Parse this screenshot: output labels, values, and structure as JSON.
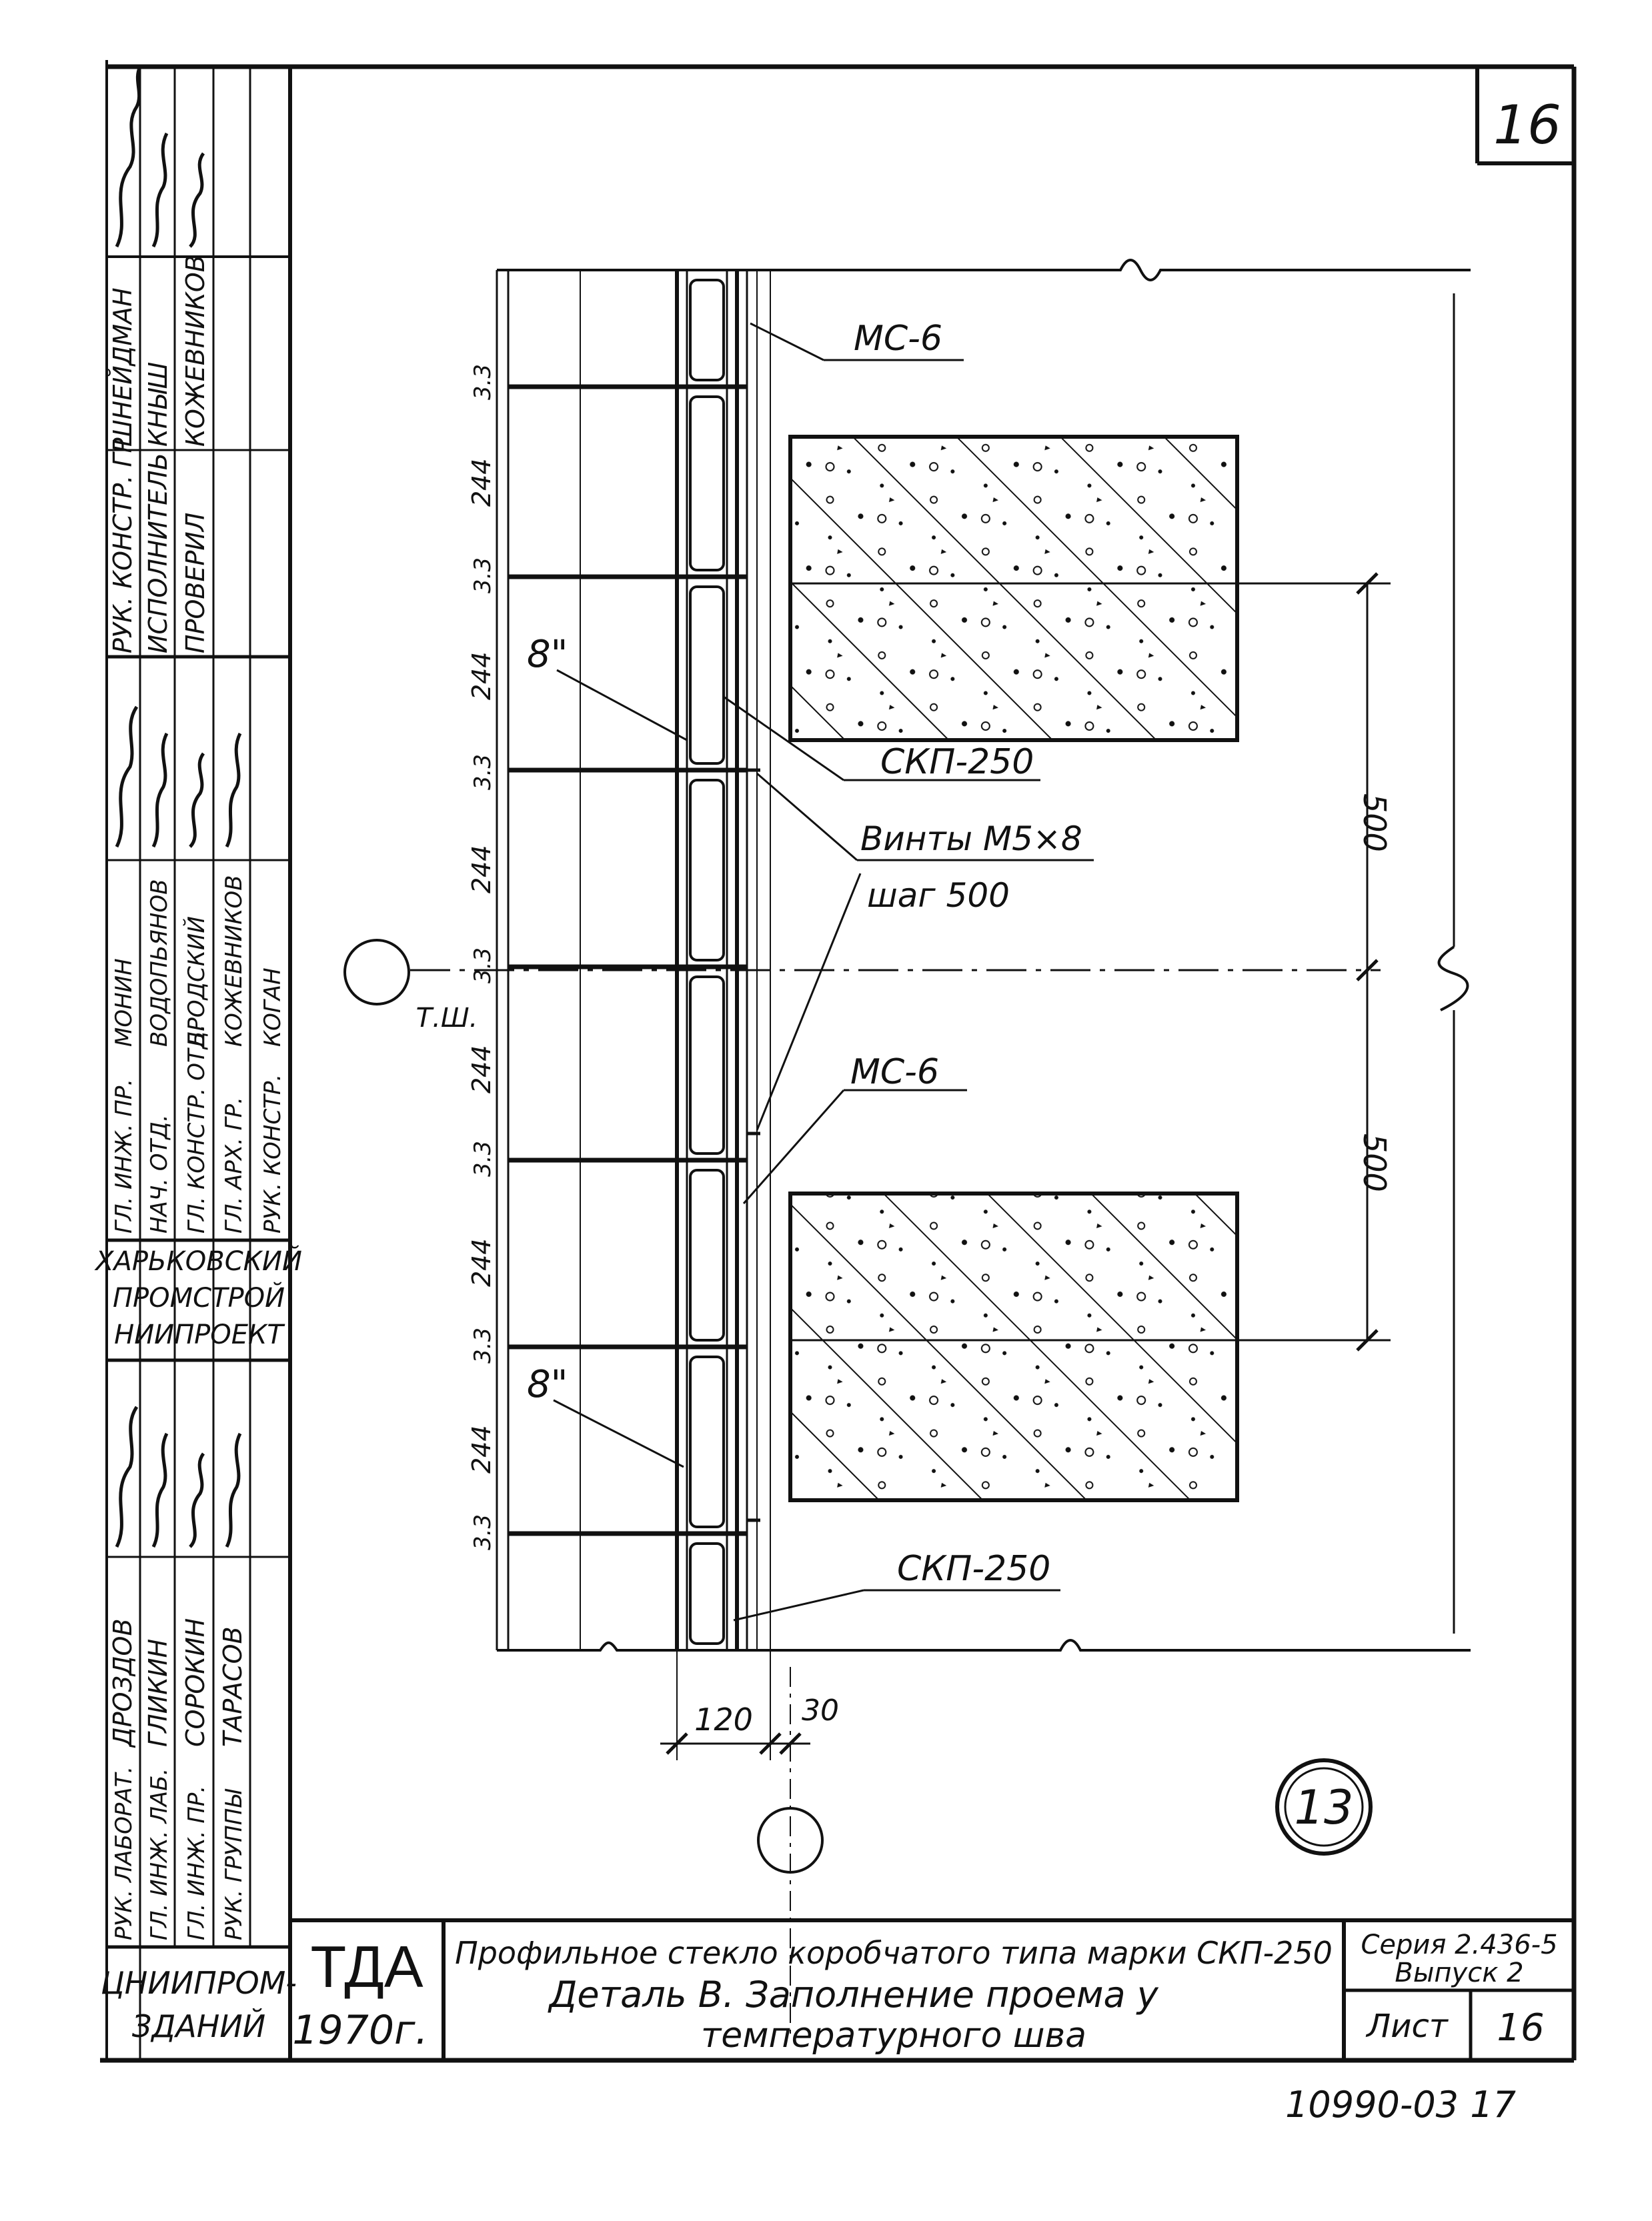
{
  "sheet_number": "16",
  "drawing": {
    "labels": {
      "mc6_top": "МС-6",
      "mc6_bottom": "МС-6",
      "skp_top": "СКП-250",
      "skp_bottom": "СКП-250",
      "screws_line1": "Винты М5×8",
      "screws_line2": "шаг 500",
      "note_top": "8\"",
      "note_bottom": "8\"",
      "axis_label": "Т.Ш.",
      "detail_number": "13"
    },
    "vertical_dims": [
      "3.3",
      "244",
      "3.3",
      "244",
      "3.3",
      "244",
      "3.3",
      "244",
      "3.3",
      "244",
      "3.3",
      "244",
      "3.3"
    ],
    "dim_500_upper": "500",
    "dim_500_lower": "500",
    "dim_120": "120",
    "dim_30": "30"
  },
  "side_stamp": {
    "org_top": [
      "ХАРЬКОВСКИЙ",
      "ПРОМСТРОЙ",
      "НИИПРОЕКТ"
    ],
    "top_roles": [
      "РУК. КОНСТР. ГР.",
      "ИСПОЛНИТЕЛЬ",
      "ПРОВЕРИЛ"
    ],
    "top_names": [
      "ШНЕЙДМАН",
      "КНЫШ",
      "КОЖЕВНИКОВ"
    ],
    "mid_roles": [
      "ГЛ. ИНЖ. ПР.",
      "НАЧ. ОТД.",
      "ГЛ. КОНСТР. ОТД.",
      "ГЛ. АРХ. ГР.",
      "РУК. КОНСТР."
    ],
    "mid_names": [
      "МОНИН",
      "ВОДОПЬЯНОВ",
      "БРОДСКИЙ",
      "КОЖЕВНИКОВ",
      "КОГАН"
    ],
    "bottom_roles": [
      "РУК. ЛАБОРАТ.",
      "ГЛ. ИНЖ. ЛАБ.",
      "ГЛ. ИНЖ. ПР.",
      "РУК. ГРУППЫ"
    ],
    "bottom_names": [
      "ДРОЗДОВ",
      "ГЛИКИН",
      "СОРОКИН",
      "ТАРАСОВ"
    ],
    "org_bottom": [
      "ЦНИИПРОМ-",
      "ЗДАНИЙ"
    ]
  },
  "title_block": {
    "tda": "ТДА",
    "year": "1970г.",
    "title_line1": "Профильное стекло коробчатого типа марки СКП-250",
    "title_line2": "Деталь В. Заполнение проема у",
    "title_line3": "температурного шва",
    "series_line1": "Серия 2.436-5",
    "series_line2": "Выпуск 2",
    "sheet_label": "Лист",
    "sheet_value": "16"
  },
  "inventory_number": "10990-03 17"
}
